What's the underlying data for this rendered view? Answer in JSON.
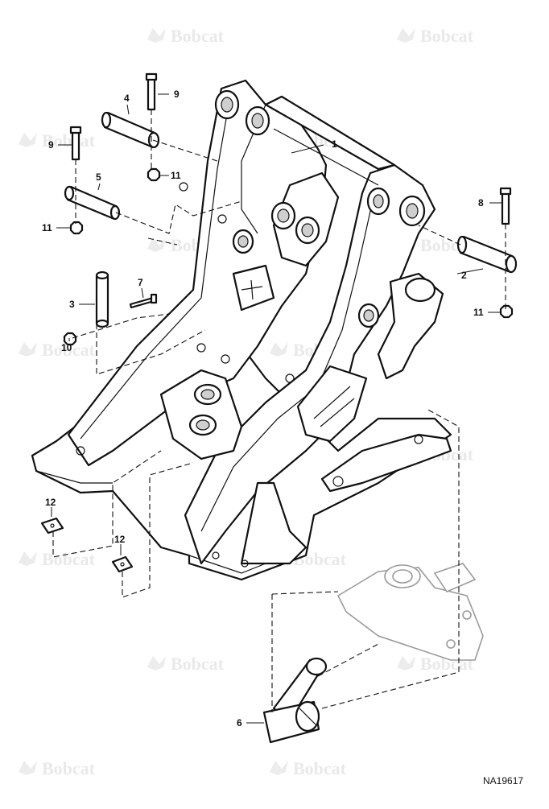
{
  "brand": {
    "watermark_text": "Bobcat",
    "watermark_color": "#e9e9e9"
  },
  "figure_ref": "NA19617",
  "callouts": {
    "c1": "1",
    "c2": "2",
    "c3": "3",
    "c4": "4",
    "c5": "5",
    "c6": "6",
    "c7": "7",
    "c8": "8",
    "c9a": "9",
    "c9b": "9",
    "c10": "10",
    "c11a": "11",
    "c11b": "11",
    "c11c": "11",
    "c12a": "12",
    "c12b": "12"
  }
}
